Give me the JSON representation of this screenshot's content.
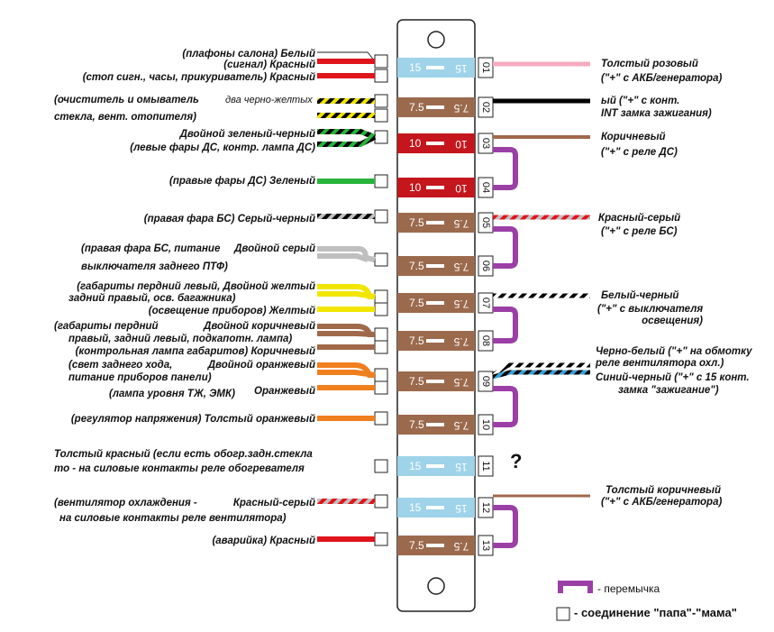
{
  "fuses": [
    {
      "n": "01",
      "a": 15,
      "color": "#9ed3ea",
      "text": "#ffffff"
    },
    {
      "n": "02",
      "a": 7.5,
      "color": "#9b6a4d",
      "text": "#ffffff"
    },
    {
      "n": "03",
      "a": 10,
      "color": "#c4161c",
      "text": "#ffffff"
    },
    {
      "n": "04",
      "a": 10,
      "color": "#c4161c",
      "text": "#ffffff"
    },
    {
      "n": "05",
      "a": 7.5,
      "color": "#9b6a4d",
      "text": "#ffffff"
    },
    {
      "n": "06",
      "a": 7.5,
      "color": "#9b6a4d",
      "text": "#ffffff"
    },
    {
      "n": "07",
      "a": 7.5,
      "color": "#9b6a4d",
      "text": "#ffffff"
    },
    {
      "n": "08",
      "a": 7.5,
      "color": "#9b6a4d",
      "text": "#ffffff"
    },
    {
      "n": "09",
      "a": 7.5,
      "color": "#9b6a4d",
      "text": "#ffffff"
    },
    {
      "n": "10",
      "a": 7.5,
      "color": "#9b6a4d",
      "text": "#ffffff"
    },
    {
      "n": "11",
      "a": 15,
      "color": "#9ed3ea",
      "text": "#ffffff"
    },
    {
      "n": "12",
      "a": 15,
      "color": "#9ed3ea",
      "text": "#ffffff"
    },
    {
      "n": "13",
      "a": 7.5,
      "color": "#9b6a4d",
      "text": "#ffffff"
    }
  ],
  "left_labels": [
    {
      "id": "l1a",
      "text": "(плафоны салона) Белый"
    },
    {
      "id": "l1b",
      "text": "(сигнал) Красный"
    },
    {
      "id": "l1c",
      "text": "(стоп сигн., часы, прикуриватель) Красный"
    },
    {
      "id": "l2a",
      "text": "(очиститель  и  омыватель"
    },
    {
      "id": "l2a2",
      "text": "два черно-желтых"
    },
    {
      "id": "l2b",
      "text": "стекла, вент. отопителя)"
    },
    {
      "id": "l3a",
      "text": "Двойной зеленый-черный"
    },
    {
      "id": "l3b",
      "text": "(левые фары ДС, контр. лампа ДС)"
    },
    {
      "id": "l4a",
      "text": "(правые фары ДС) Зеленый"
    },
    {
      "id": "l5a",
      "text": "(правая фара БС)  Серый-черный"
    },
    {
      "id": "l6a",
      "text": "(правая фара БС, питание"
    },
    {
      "id": "l6a2",
      "text": "Двойной серый"
    },
    {
      "id": "l6b",
      "text": "выключателя заднего ПТФ)"
    },
    {
      "id": "l7a",
      "text": "(габариты пердний левый,  Двойной желтый"
    },
    {
      "id": "l7b",
      "text": "задний правый, осв. багажника)"
    },
    {
      "id": "l7c",
      "text": "(освещение приборов) Желтый"
    },
    {
      "id": "l8a",
      "text": "(габариты пердний"
    },
    {
      "id": "l8a2",
      "text": "Двойной коричневый"
    },
    {
      "id": "l8b",
      "text": "правый, задний левый, подкапотн. лампа)"
    },
    {
      "id": "l8c",
      "text": "(контрольная лампа габаритов)  Коричневый"
    },
    {
      "id": "l9a",
      "text": "(свет заднего хода,"
    },
    {
      "id": "l9a2",
      "text": "Двойной оранжевый"
    },
    {
      "id": "l9b",
      "text": "питание приборов панели)"
    },
    {
      "id": "l9c",
      "text": "(лампа уровня ТЖ, ЭМК)"
    },
    {
      "id": "l9c2",
      "text": "Оранжевый"
    },
    {
      "id": "l10a",
      "text": "(регулятор напряжения) Толстый оранжевый"
    },
    {
      "id": "l11a",
      "text": "Толстый красный (если есть обогр.задн.стекла"
    },
    {
      "id": "l11b",
      "text": "то - на силовые контакты реле обогревателя"
    },
    {
      "id": "l12a",
      "text": "(вентилятор охлаждения -"
    },
    {
      "id": "l12a2",
      "text": "Красный-серый"
    },
    {
      "id": "l12b",
      "text": "на силовые контакты реле вентилятора)"
    },
    {
      "id": "l13a",
      "text": "(аварийка)  Красный"
    }
  ],
  "right_labels": [
    {
      "id": "r1a",
      "text": "Толстый розовый"
    },
    {
      "id": "r1b",
      "text": "(\"+\" с АКБ/генератора)"
    },
    {
      "id": "r2a",
      "text": "ый (\"+\" с конт."
    },
    {
      "id": "r2b",
      "text": "INT замка зажигания)"
    },
    {
      "id": "r3a",
      "text": "Коричневый"
    },
    {
      "id": "r3b",
      "text": "(\"+\" с реле ДС)"
    },
    {
      "id": "r5a",
      "text": "Красный-серый"
    },
    {
      "id": "r5b",
      "text": "(\"+\" с реле БС)"
    },
    {
      "id": "r7a",
      "text": "Белый-черный"
    },
    {
      "id": "r7b",
      "text": "(\"+\" с выключателя"
    },
    {
      "id": "r7c",
      "text": "освещения)"
    },
    {
      "id": "r9a",
      "text": "Черно-белый (\"+\" на обмотку"
    },
    {
      "id": "r9b",
      "text": "реле вентилятора охл.)"
    },
    {
      "id": "r9c",
      "text": "Синий-черный (\"+\" с 15 конт."
    },
    {
      "id": "r9d",
      "text": "замка \"зажигание\")"
    },
    {
      "id": "r12a",
      "text": "Толстый коричневый"
    },
    {
      "id": "r12b",
      "text": "(\"+\" с АКБ/генератора)"
    }
  ],
  "question_mark": "?",
  "legend": {
    "jumper": "- перемычка",
    "connector": "- соединение \"папа\"-\"мама\""
  },
  "colors": {
    "jumper": "#9b3fa6",
    "white": "#ffffff",
    "red": "#e0141b",
    "yellow": "#f2e600",
    "green": "#28b43c",
    "gray": "#bfbfbf",
    "brown": "#a0694a",
    "orange": "#f07f1e",
    "pink": "#f6aac0",
    "black": "#000000",
    "blue": "#3aa0d8"
  }
}
